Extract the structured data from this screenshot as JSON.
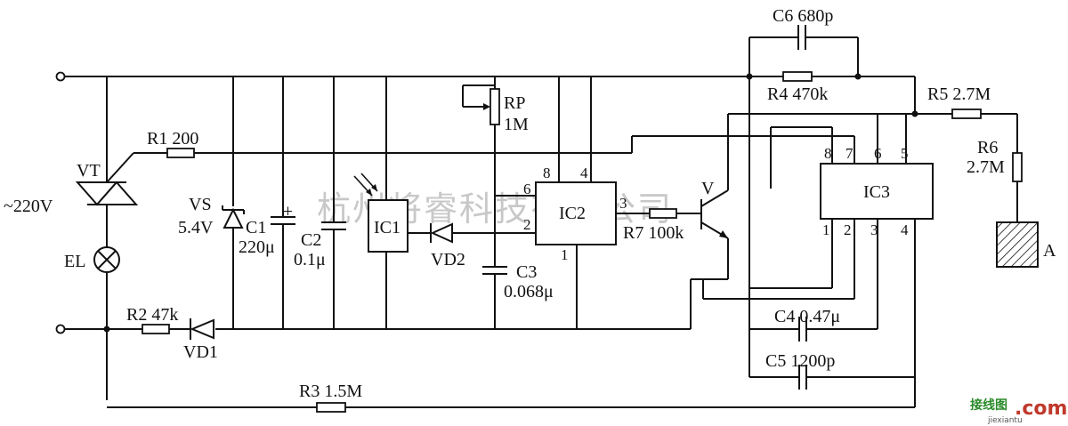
{
  "watermark": "杭州将睿科技有限公司",
  "logo": {
    "chars": "接线图",
    "domain": ".com",
    "pinyin": "jiexiantu"
  },
  "labels": {
    "mains": "~220V",
    "vt": "VT",
    "el": "EL",
    "r1": "R1 200",
    "vs_name": "VS",
    "vs_val": "5.4V",
    "c1_name": "C1",
    "c1_val": "220μ",
    "c1_pol": "±",
    "c2_name": "C2",
    "c2_val": "0.1μ",
    "ic1": "IC1",
    "rp_name": "RP",
    "rp_val": "1M",
    "ic2": "IC2",
    "vd2": "VD2",
    "c3_name": "C3",
    "c3_val": "0.068μ",
    "r7": "R7 100k",
    "v": "V",
    "r2": "R2 47k",
    "vd1": "VD1",
    "r3": "R3 1.5M",
    "c6": "C6 680p",
    "r4": "R4 470k",
    "r5": "R5 2.7M",
    "r6_name": "R6",
    "r6_val": "2.7M",
    "ic3": "IC3",
    "c4": "C4 0.47μ",
    "c5": "C5 1200p",
    "a": "A"
  },
  "pins": {
    "ic2_8": "8",
    "ic2_4": "4",
    "ic2_6": "6",
    "ic2_2": "2",
    "ic2_3": "3",
    "ic2_1": "1",
    "ic3_8": "8",
    "ic3_7": "7",
    "ic3_6": "6",
    "ic3_5": "5",
    "ic3_1": "1",
    "ic3_2": "2",
    "ic3_3": "3",
    "ic3_4": "4"
  }
}
